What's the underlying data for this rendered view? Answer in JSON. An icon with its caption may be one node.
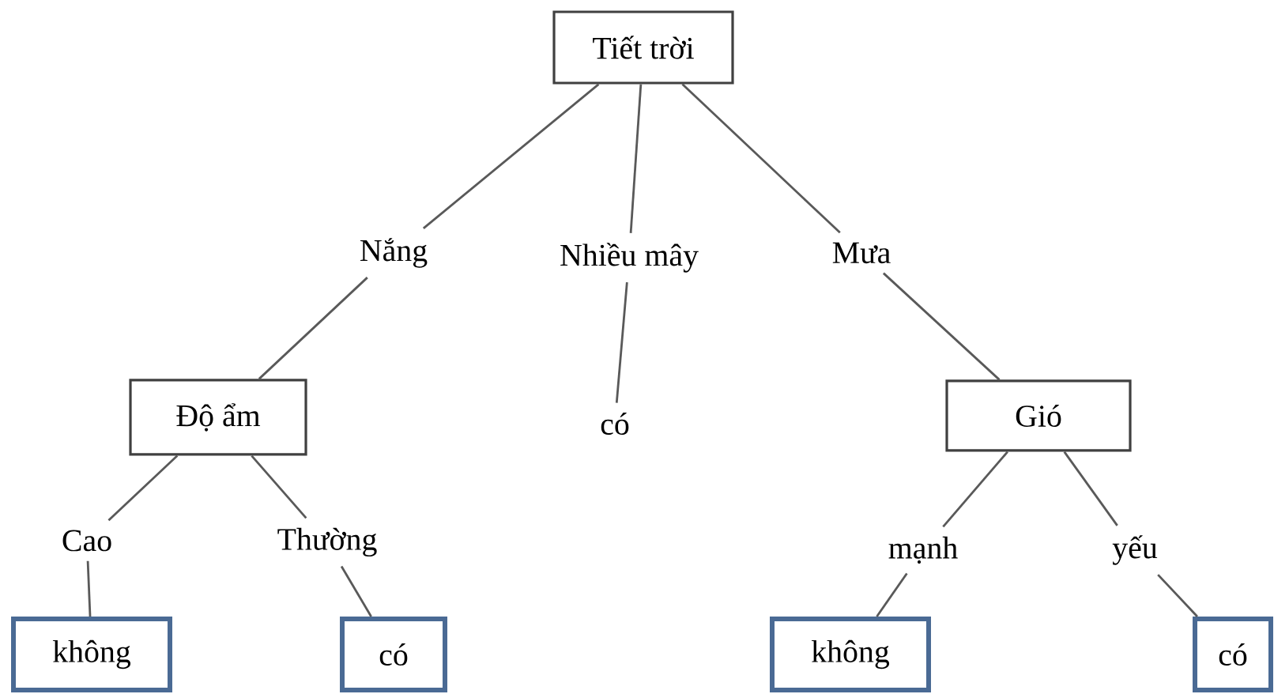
{
  "diagram": {
    "nodes": [
      {
        "text": [
          "Tiết trời"
        ]
      },
      {
        "text": [
          "Nắng"
        ]
      },
      {
        "text": [
          "Nhiều mây"
        ]
      },
      {
        "text": [
          "Mưa"
        ]
      },
      {
        "text": [
          "Độ ẩm"
        ]
      },
      {
        "text": [
          "có"
        ]
      },
      {
        "text": [
          "Gió"
        ]
      },
      {
        "text": [
          "Cao"
        ]
      },
      {
        "text": [
          "Thường"
        ]
      },
      {
        "text": [
          "mạnh"
        ]
      },
      {
        "text": [
          "yếu"
        ]
      },
      {
        "text": [
          "không"
        ]
      },
      {
        "text": [
          "có"
        ]
      },
      {
        "text": [
          "không"
        ]
      },
      {
        "text": [
          "có"
        ]
      }
    ],
    "edges": [
      {
        "from": 0,
        "to": 1,
        "arrow": "none"
      },
      {
        "from": 0,
        "to": 2,
        "arrow": "none"
      },
      {
        "from": 0,
        "to": 3,
        "arrow": "none"
      },
      {
        "from": 1,
        "to": 4,
        "arrow": "none"
      },
      {
        "from": 2,
        "to": 5,
        "arrow": "none"
      },
      {
        "from": 3,
        "to": 6,
        "arrow": "none"
      },
      {
        "from": 4,
        "to": 7,
        "arrow": "none"
      },
      {
        "from": 4,
        "to": 8,
        "arrow": "none"
      },
      {
        "from": 6,
        "to": 9,
        "arrow": "none"
      },
      {
        "from": 6,
        "to": 10,
        "arrow": "none"
      },
      {
        "from": 7,
        "to": 11,
        "arrow": "none"
      },
      {
        "from": 8,
        "to": 12,
        "arrow": "none"
      },
      {
        "from": 9,
        "to": 13,
        "arrow": "none"
      },
      {
        "from": 10,
        "to": 14,
        "arrow": "none"
      }
    ]
  }
}
